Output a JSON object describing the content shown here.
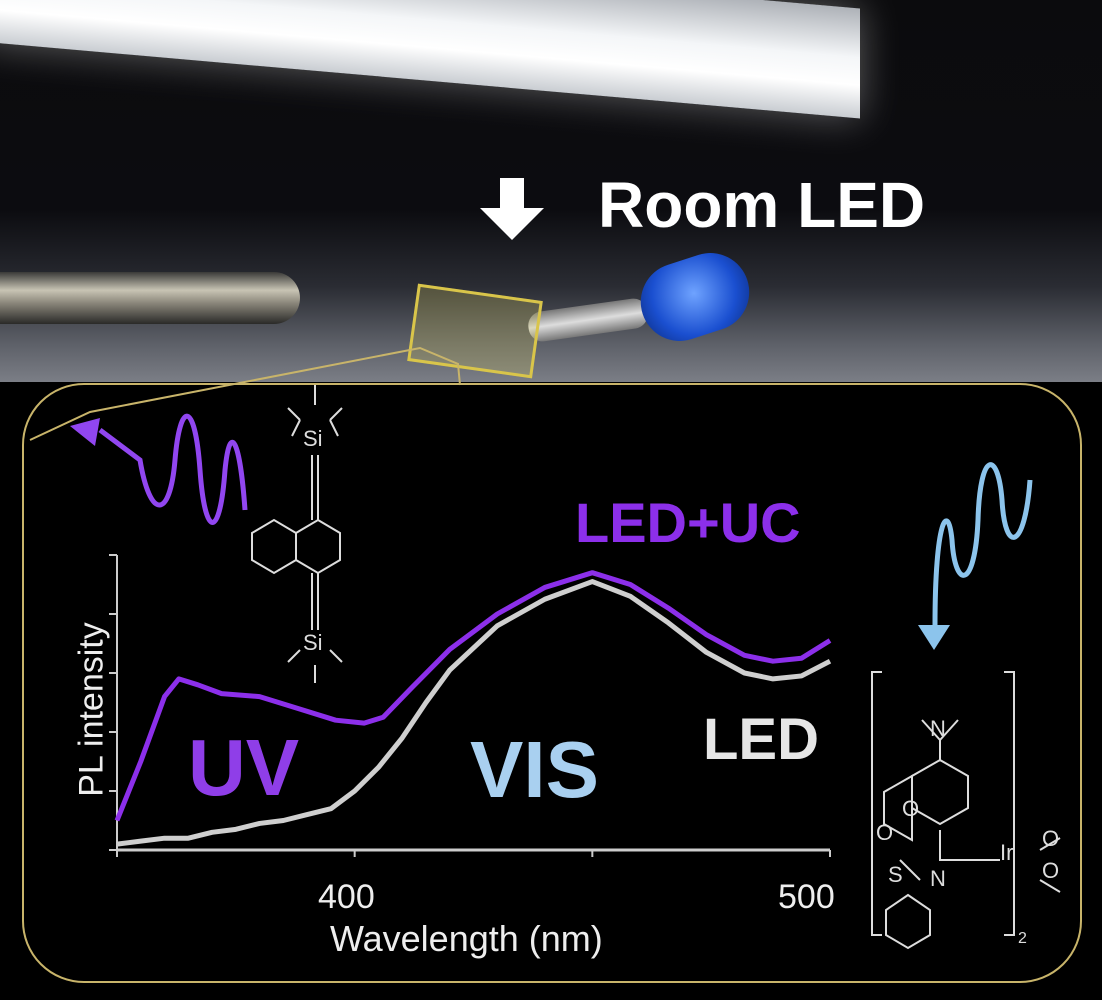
{
  "photo": {
    "label": "Room LED"
  },
  "labels": {
    "uv": "UV",
    "vis": "VIS",
    "led": "LED",
    "led_uc": "LED+UC"
  },
  "molecules": {
    "emitter_atoms": [
      "Si",
      "Si"
    ],
    "sensitizer_atoms": {
      "n": "N",
      "o1": "O",
      "o2": "O",
      "s": "S",
      "n2": "N",
      "ir": "Ir",
      "o3": "O",
      "o4": "O",
      "sub": "2"
    }
  },
  "colors": {
    "uc": "#8c2fea",
    "led": "#cfcfcf",
    "vis": "#a9d0f0",
    "frame": "#c8b46a"
  },
  "chart_data": {
    "type": "line",
    "title": "",
    "xlabel": "Wavelength (nm)",
    "ylabel": "PL intensity",
    "xlim": [
      350,
      500
    ],
    "ylim": [
      0,
      1
    ],
    "xticks": [
      400,
      500
    ],
    "xtick_labels": [
      "400",
      "500"
    ],
    "grid": false,
    "series": [
      {
        "name": "LED+UC",
        "color": "#8c2fea",
        "x": [
          350,
          355,
          360,
          363,
          367,
          372,
          380,
          388,
          396,
          402,
          406,
          412,
          420,
          430,
          440,
          450,
          458,
          466,
          474,
          482,
          488,
          494,
          500
        ],
        "y": [
          0.1,
          0.3,
          0.52,
          0.58,
          0.56,
          0.53,
          0.52,
          0.48,
          0.44,
          0.43,
          0.45,
          0.55,
          0.68,
          0.8,
          0.89,
          0.94,
          0.9,
          0.82,
          0.73,
          0.66,
          0.64,
          0.65,
          0.71
        ]
      },
      {
        "name": "LED",
        "color": "#cfcfcf",
        "x": [
          350,
          355,
          360,
          365,
          370,
          375,
          380,
          385,
          390,
          395,
          400,
          405,
          410,
          415,
          420,
          430,
          440,
          450,
          458,
          466,
          474,
          482,
          488,
          494,
          500
        ],
        "y": [
          0.02,
          0.03,
          0.04,
          0.04,
          0.06,
          0.07,
          0.09,
          0.1,
          0.12,
          0.14,
          0.2,
          0.28,
          0.38,
          0.5,
          0.61,
          0.76,
          0.85,
          0.91,
          0.86,
          0.77,
          0.67,
          0.6,
          0.58,
          0.59,
          0.64
        ]
      }
    ]
  }
}
